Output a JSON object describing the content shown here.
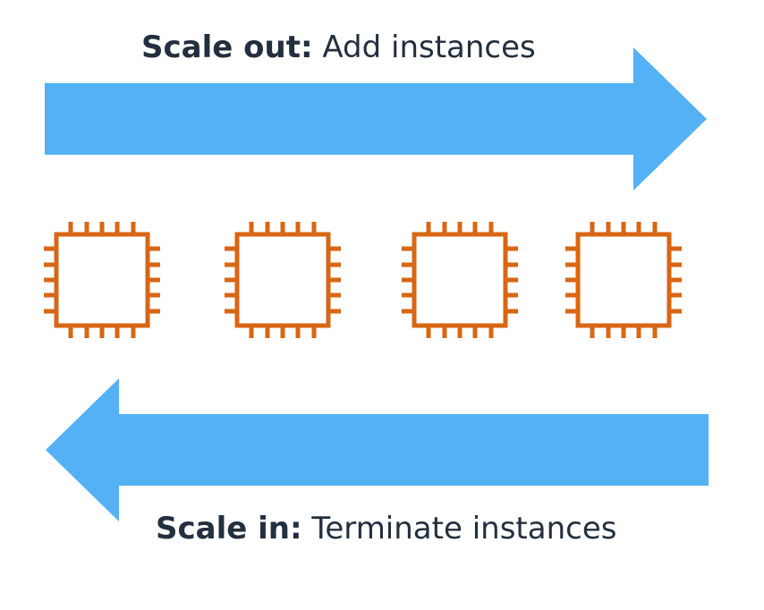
{
  "scale_out": {
    "label_bold": "Scale out:",
    "label_text": " Add instances"
  },
  "scale_in": {
    "label_bold": "Scale in:",
    "label_text": " Terminate instances"
  },
  "instances": [
    {
      "icon": "ec2-instance-icon"
    },
    {
      "icon": "ec2-instance-icon"
    },
    {
      "icon": "ec2-instance-icon"
    },
    {
      "icon": "ec2-instance-icon"
    }
  ],
  "colors": {
    "arrow": "#54b1f5",
    "chip": "#d86613",
    "text": "#232f3e"
  }
}
